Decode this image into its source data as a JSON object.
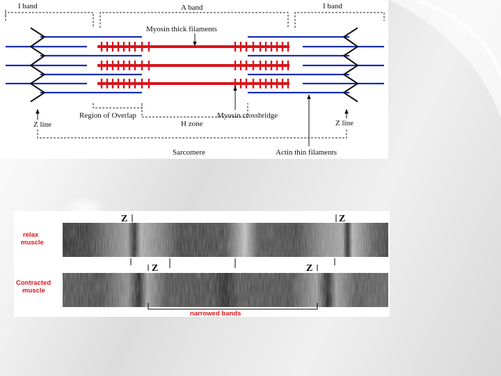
{
  "colors": {
    "actin": "#1a2fb0",
    "myosin": "#d8141b",
    "zline": "#111111",
    "red_label": "#d8141b"
  },
  "sarcomere_diagram": {
    "i_band_left": "I band",
    "a_band": "A band",
    "i_band_right": "I band",
    "myosin_thick": "Myosin thick filaments",
    "region_overlap": "Region of Overlap",
    "myosin_crossbridge": "Myosin crossbridge",
    "z_line_left": "Z line",
    "z_line_right": "Z line",
    "h_zone": "H zone",
    "sarcomere": "Sarcomere",
    "actin_thin": "Actin thin filaments"
  },
  "micrograph": {
    "relax_label": "relax muscle",
    "contracted_label": "Contracted muscle",
    "z_top_left": "Z",
    "z_top_right": "Z",
    "z_bottom_left": "Z",
    "z_bottom_right": "Z",
    "narrowed_bands": "narrowed bands"
  }
}
